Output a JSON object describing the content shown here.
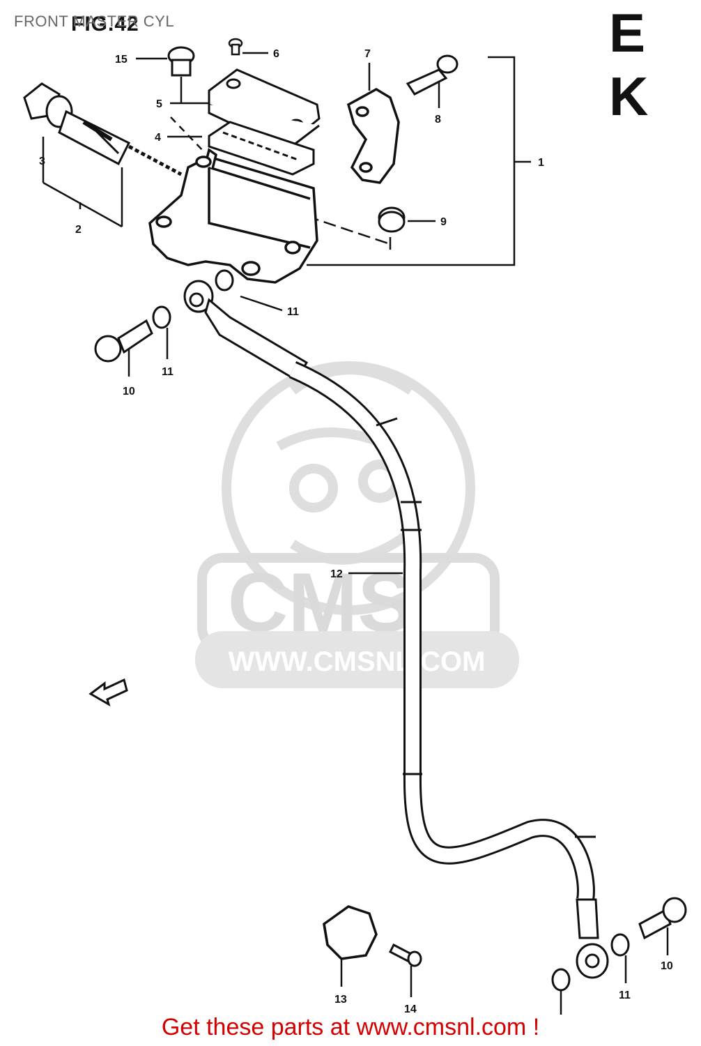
{
  "page": {
    "title": "FRONT MASTER CYL",
    "figure_label": "FIG.42",
    "corner_code": "E K",
    "footer_link": "Get these parts at www.cmsnl.com !"
  },
  "watermark": {
    "brand": "CMS",
    "url": "WWW.CMSNL.COM"
  },
  "callouts": [
    "1",
    "2",
    "3",
    "4",
    "5",
    "6",
    "7",
    "8",
    "9",
    "10",
    "11",
    "12",
    "13",
    "14",
    "15"
  ],
  "colors": {
    "line": "#111111",
    "watermark": "#dcdcdc",
    "footer": "#d40000",
    "title": "#666666"
  }
}
